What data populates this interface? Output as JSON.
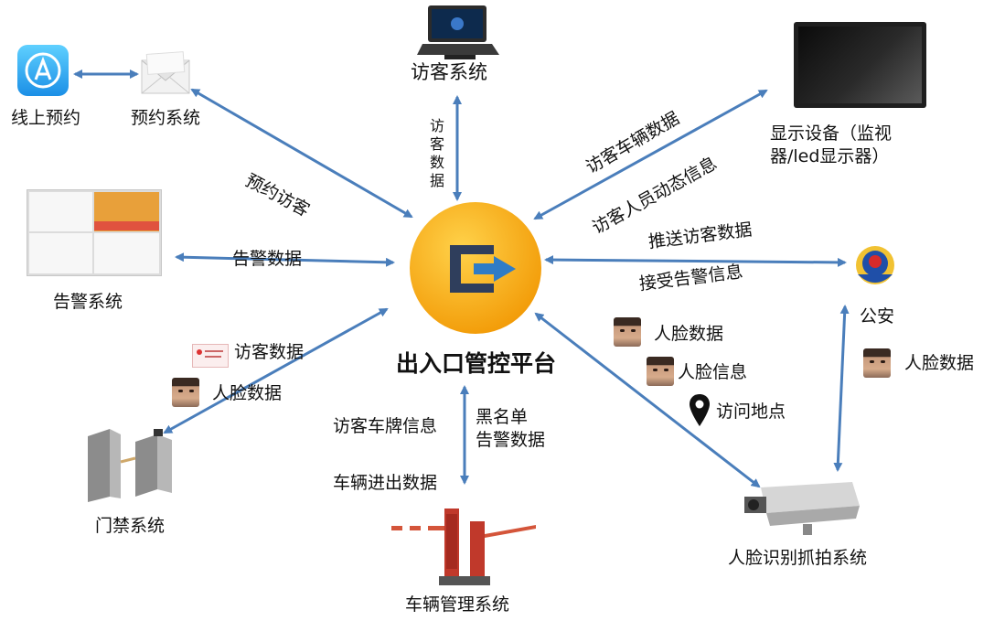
{
  "center": {
    "title": "出入口管控平台",
    "colors": {
      "ring": "#f6a80f",
      "disc": "#f7b81d",
      "glyph": "#2f3e5c",
      "arrow": "#2f7cc6"
    }
  },
  "nodes": {
    "online_booking": "线上预约",
    "booking_system": "预约系统",
    "visitor_system": "访客系统",
    "display_device": "显示设备（监视器/led显示器）",
    "alarm_system": "告警系统",
    "police": "公安",
    "access_control": "门禁系统",
    "vehicle_mgmt": "车辆管理系统",
    "face_capture": "人脸识别抓拍系统"
  },
  "labels": {
    "booking_visitor": "预约访客",
    "visitor_data_vertical": "访客数据",
    "visitor_vehicle_data": "访客车辆数据",
    "visitor_person_info": "访客人员动态信息",
    "alarm_data": "告警数据",
    "push_visitor_data": "推送访客数据",
    "receive_alarm_info": "接受告警信息",
    "gate_visitor_data": "访客数据",
    "gate_face_data": "人脸数据",
    "visitor_plate_info": "访客车牌信息",
    "vehicle_in_out": "车辆进出数据",
    "blacklist": "黑名单",
    "alarm_data_2": "告警数据",
    "face_data_center": "人脸数据",
    "face_info_center": "人脸信息",
    "visit_location": "访问地点",
    "face_data_police": "人脸数据"
  },
  "icons": {
    "app_store": "app-store-icon",
    "envelope": "envelope-icon",
    "visitor_terminal": "terminal-icon",
    "monitor": "monitor-icon",
    "dashboard": "dashboard-icon",
    "police_badge": "police-badge-icon",
    "turnstile": "turnstile-icon",
    "barrier_gate": "barrier-gate-icon",
    "camera": "camera-icon",
    "location_pin": "location-pin-icon",
    "id_card": "id-card-icon",
    "face": "face-icon"
  },
  "colors": {
    "line": "#4a7ebb",
    "text": "#111111"
  }
}
